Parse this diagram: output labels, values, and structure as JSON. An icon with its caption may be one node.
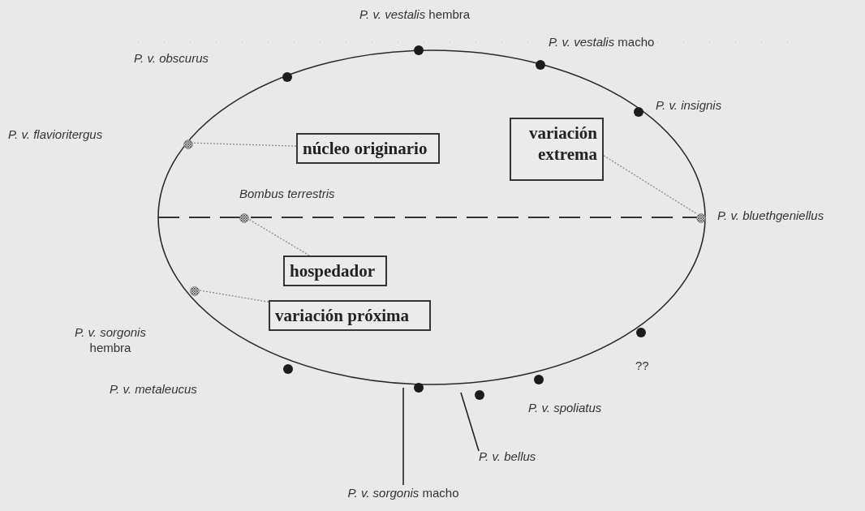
{
  "diagram": {
    "nodes": [
      {
        "text": [
          "núcleo originario"
        ]
      },
      {
        "text": [],
        "shape": "circle"
      },
      {
        "text": [
          "variación extrema"
        ]
      },
      {
        "text": [],
        "shape": "circle"
      },
      {
        "text": [],
        "shape": "circle"
      },
      {
        "text": [
          "hospedador"
        ]
      },
      {
        "text": [],
        "shape": "circle"
      },
      {
        "text": [
          "variación próxima"
        ]
      },
      {
        "text": [
          "P. v. bellus"
        ]
      },
      {
        "text": [
          "*P. v. sorgonis* macho"
        ]
      }
    ],
    "edges": [
      {
        "from": 0,
        "to": 1,
        "arrow": "none",
        "style": "dashed"
      },
      {
        "from": 2,
        "to": 4,
        "arrow": "none",
        "style": "dashed"
      },
      {
        "from": 5,
        "to": 3,
        "arrow": "none",
        "style": "dashed"
      },
      {
        "from": 7,
        "to": 6,
        "arrow": "none",
        "style": "dashed"
      },
      {
        "from": 8,
        "to": null,
        "arrow": "none",
        "color": "#222222"
      },
      {
        "from": 9,
        "to": null,
        "arrow": "none",
        "color": "#222222"
      }
    ],
    "labels": [
      "*P. v. vestalis* hembra",
      "P. v. obscurus",
      "*P. v. vestalis* macho",
      "P. v. insignis",
      "P. v. flavioritergus",
      "Bombus terrestris",
      "P. v. bluethgeniellus",
      "*P. v. sorgonis* hembra",
      "??",
      "P. v. metaleucus",
      "P. v. spoliatus"
    ]
  }
}
